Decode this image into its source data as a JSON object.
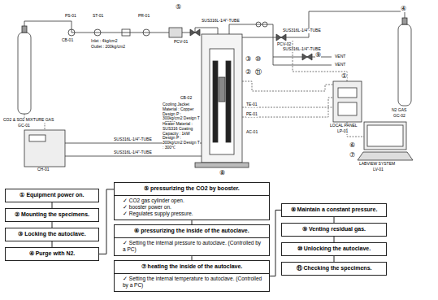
{
  "diagram": {
    "nodes": [
      {
        "text": [
          "① Equipment power on."
        ]
      },
      {
        "text": [
          "② Mounting the specimens."
        ]
      },
      {
        "text": [
          "③ Locking the autoclave."
        ]
      },
      {
        "text": [
          "④ Purge with N2."
        ]
      },
      {
        "text": [
          "⑤ pressurizing the CO2 by booster.",
          "✓ CO2 gas cylinder open.",
          "✓ booster power on.",
          "✓ Regulates supply pressure."
        ]
      },
      {
        "text": [
          "⑥ pressurizing the inside of the autoclave.",
          "✓ Setting the internal pressure to autoclave. (Controlled by a PC)"
        ]
      },
      {
        "text": [
          "⑦ heating the inside of the autoclave.",
          "✓ Setting the internal temperature to autoclave. (Controlled by a PC)"
        ]
      },
      {
        "text": [
          "⑧ Maintain a constant pressure."
        ]
      },
      {
        "text": [
          "⑨ Venting residual gas."
        ]
      },
      {
        "text": [
          "⑩ Unlocking the autoclave."
        ]
      },
      {
        "text": [
          "⑪ Checking the specimens."
        ]
      }
    ],
    "edges": [
      {
        "from": 0,
        "to": 1,
        "arrow": "none"
      },
      {
        "from": 1,
        "to": 2,
        "arrow": "none"
      },
      {
        "from": 2,
        "to": 3,
        "arrow": "none"
      },
      {
        "from": 3,
        "to": 4,
        "arrow": "none"
      },
      {
        "from": 4,
        "to": 5,
        "arrow": "none"
      },
      {
        "from": 5,
        "to": 6,
        "arrow": "none"
      },
      {
        "from": 6,
        "to": 7,
        "arrow": "none"
      },
      {
        "from": 7,
        "to": 8,
        "arrow": "none"
      },
      {
        "from": 8,
        "to": 9,
        "arrow": "none"
      },
      {
        "from": 9,
        "to": 10,
        "arrow": "none"
      }
    ],
    "labels": [
      "⑤",
      "PS-01",
      "ST-01",
      "PR-01",
      "CB-01",
      "Inlet : 4kg/cm2",
      "Outlet : 200kg/cm2",
      "SUS316L-1/4\"-TUBE",
      "PCV-01",
      "PCV-02",
      "SUS316L-1/4\"-TUBE",
      "SUS316L-1/4\"-TUBE",
      "⑨",
      "VENT",
      "VENT",
      "④",
      "N2 GAS",
      "GC-02",
      "CO2 & SO2 MIXTURE GAS",
      "GC-01",
      "CB-02",
      "Cooling Jacket Material : Copper Design P : 300kg/cm2 Design T : 300℃",
      "Heater Material : SUS316 Coating Capacity : 1kW Design P : 300kg/cm2 Design T : 300℃",
      "②",
      "③",
      "⑩",
      "⑪",
      "TE-01",
      "PE-01",
      "AC-01",
      "⑧",
      "①",
      "LOCAL PANEL",
      "LP-01",
      "⑥",
      "⑦",
      "LABVIEW SYSTEM",
      "LV-01",
      "CH-01",
      "SUS316L-1/4\"-TUBE",
      "SUS316L-1/4\"-TUBE"
    ]
  }
}
